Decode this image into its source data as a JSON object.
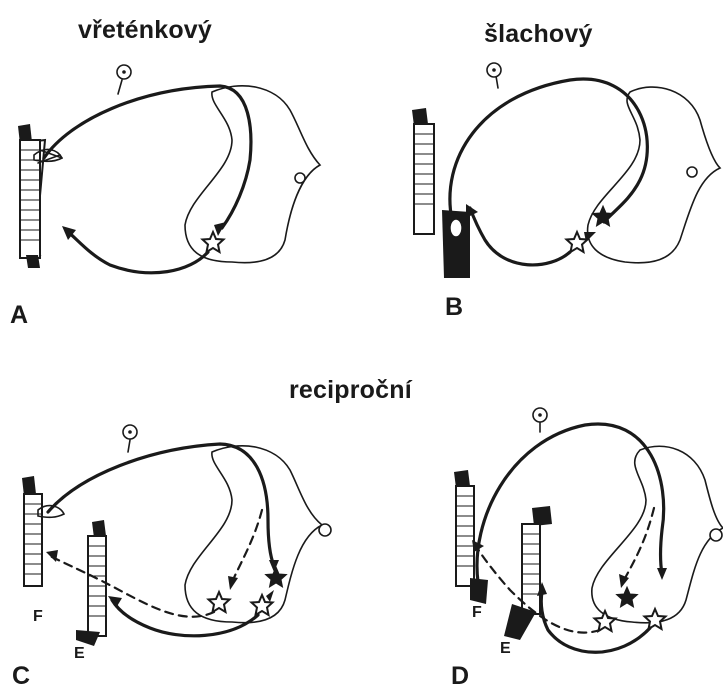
{
  "headings": {
    "spindle": "vřeténkový",
    "tendon": "šlachový",
    "reciprocal": "reciproční"
  },
  "panel_labels": {
    "a": "A",
    "b": "B",
    "c": "C",
    "d": "D"
  },
  "muscle_labels": {
    "c_flexor": "F",
    "c_extensor": "E",
    "d_flexor": "F",
    "d_extensor": "E"
  },
  "colors": {
    "ink": "#1a1a1a",
    "background": "#ffffff"
  }
}
